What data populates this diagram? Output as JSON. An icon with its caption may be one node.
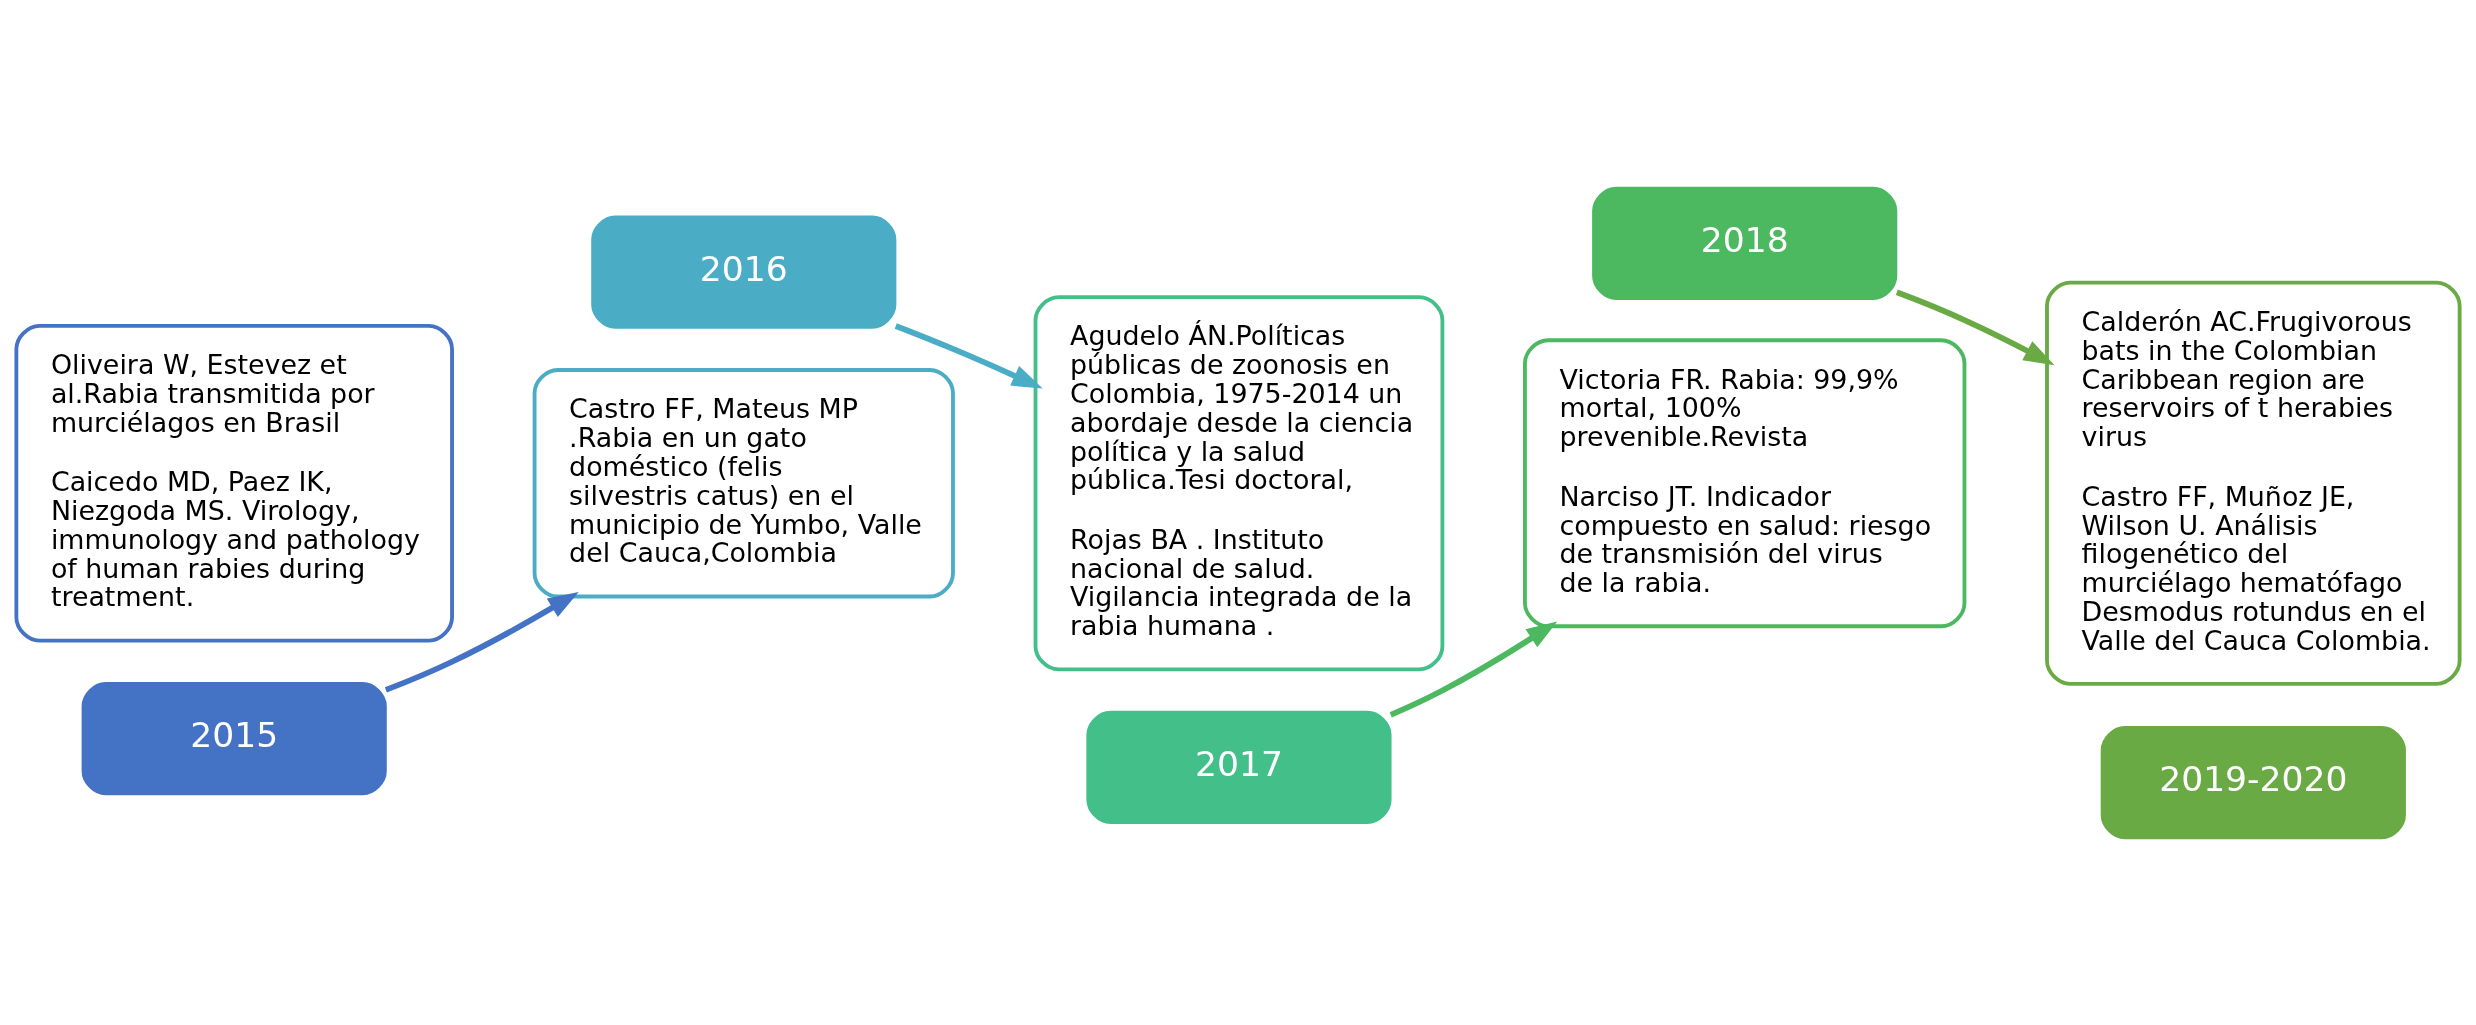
{
  "diagram": {
    "nodes": [
      {
        "text": [
          "Oliveira W, Estevez et al.Rabia transmitida por murciélagos en Brasil",
          "Caicedo MD, Paez IK, Niezgoda MS. Virology, immunology and pathology of human rabies during treatment."
        ]
      },
      {
        "text": [
          "2015"
        ]
      },
      {
        "text": [
          "2016"
        ]
      },
      {
        "text": [
          "Castro FF, Mateus MP .Rabia en un gato doméstico (felis silvestris catus) en el municipio de Yumbo, Valle del Cauca,Colombia"
        ]
      },
      {
        "text": [
          "Agudelo ÁN.Políticas públicas de zoonosis en Colombia, 1975-2014 un abordaje desde la ciencia política y la salud pública.Tesi doctoral,",
          "Rojas BA . Instituto nacional de salud. Vigilancia integrada de la rabia humana ."
        ]
      },
      {
        "text": [
          "2017"
        ]
      },
      {
        "text": [
          "2018"
        ]
      },
      {
        "text": [
          "Victoria FR. Rabia: 99,9% mortal, 100% prevenible.Revista",
          "Narciso JT. Indicador compuesto en salud: riesgo de transmisión del virus de la rabia."
        ]
      },
      {
        "text": [
          "Calderón AC.Frugivorous bats in the Colombian Caribbean region are reservoirs of t herabies virus",
          "Castro FF, Muñoz JE, Wilson U. Análisis filogenético del murciélago hematófago Desmodus rotundus en el Valle del Cauca Colombia."
        ]
      },
      {
        "text": [
          "2019-2020"
        ]
      }
    ],
    "edges": [
      {
        "from": 1,
        "to": 3,
        "arrow": "to",
        "color": "#4472c4"
      },
      {
        "from": 2,
        "to": 4,
        "arrow": "to",
        "color": "#4bacc6"
      },
      {
        "from": 5,
        "to": 7,
        "arrow": "to",
        "color": "#4cb85f"
      },
      {
        "from": 6,
        "to": 8,
        "arrow": "to",
        "color": "#6aaa45"
      }
    ]
  }
}
